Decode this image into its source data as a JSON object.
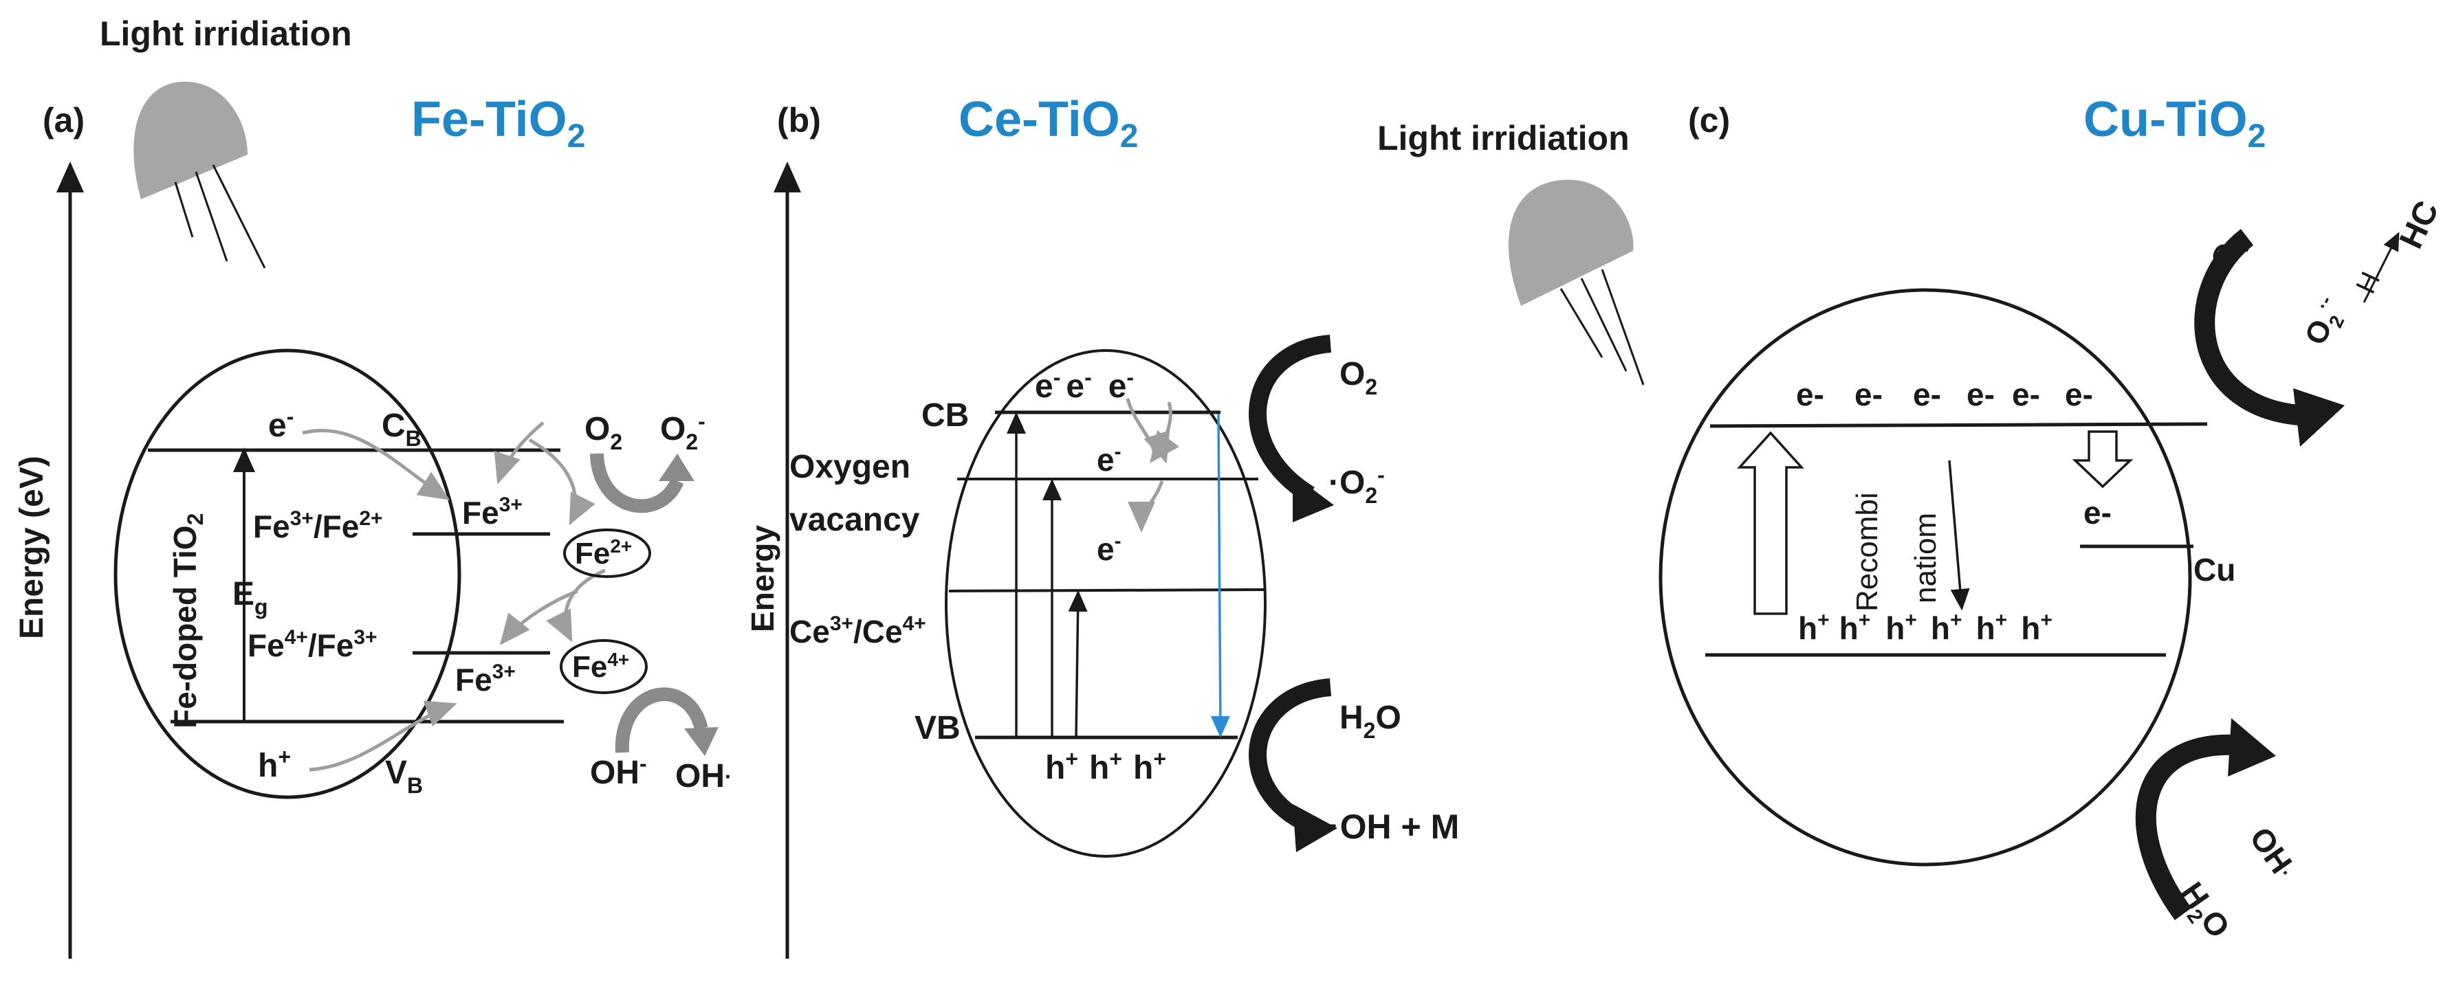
{
  "panels": {
    "a": {
      "label": "(a)",
      "title_main": "Fe-TiO",
      "title_sub": "2",
      "light_label": "Light irridiation",
      "axis_label": "Energy (eV)",
      "side_label": "Fe-doped TiO",
      "side_label_sub": "2",
      "cb_symbol": "C",
      "cb_sub": "B",
      "vb_symbol": "V",
      "vb_sub": "B",
      "electron": "e",
      "electron_sup": "-",
      "hole": "h",
      "hole_sup": "+",
      "eg_symbol": "E",
      "eg_sub": "g",
      "level1": "Fe",
      "level1_sup1": "3+",
      "level1_mid": "/Fe",
      "level1_sup2": "2+",
      "level2": "Fe",
      "level2_sup1": "4+",
      "level2_mid": "/Fe",
      "level2_sup2": "3+",
      "fe3_upper": "Fe",
      "fe3_upper_sup": "3+",
      "fe3_lower": "Fe",
      "fe3_lower_sup": "3+",
      "fe2_circle": "Fe",
      "fe2_circle_sup": "2+",
      "fe4_circle": "Fe",
      "fe4_circle_sup": "4+",
      "o2": "O",
      "o2_sub": "2",
      "o2minus": "O",
      "o2minus_sub": "2",
      "o2minus_sup": "-",
      "ohminus": "OH",
      "ohminus_sup": "-",
      "ohdot": "OH",
      "ohdot_sup": "·"
    },
    "b": {
      "label": "(b)",
      "title_main": "Ce-TiO",
      "title_sub": "2",
      "axis_label": "Energy",
      "cb": "CB",
      "vb": "VB",
      "oxygen_line1": "Oxygen",
      "oxygen_line2": "vacancy",
      "ce_level": "Ce",
      "ce_sup1": "3+",
      "ce_mid": "/Ce",
      "ce_sup2": "4+",
      "electrons_top": [
        "e",
        "e",
        "e"
      ],
      "electron_sup": "-",
      "electron_mid": "e",
      "electron_low": "e",
      "holes": [
        "h",
        "h",
        "h"
      ],
      "hole_sup": "+",
      "o2": "O",
      "o2_sub": "2",
      "o2radical_dot": "·",
      "o2radical": "O",
      "o2radical_sub": "2",
      "o2radical_sup": "-",
      "h2o_h": "H",
      "h2o_sub": "2",
      "h2o_o": "O",
      "oh_m": "·OH + M"
    },
    "c": {
      "label": "(c)",
      "title_main": "Cu-TiO",
      "title_sub": "2",
      "light_label": "Light irridiation",
      "electrons": [
        "e-",
        "e-",
        "e-",
        "e-",
        "e-",
        "e-"
      ],
      "holes": [
        "h",
        "h",
        "h",
        "h",
        "h",
        "h"
      ],
      "hole_sup": "+",
      "recomb_1": "Recombi",
      "recomb_2": "natiom",
      "cu_electron": "e-",
      "cu": "Cu",
      "o2": "O",
      "o2_sub": "2",
      "o2radical": "O",
      "o2radical_sub": "2",
      "o2radical_sup": "·-",
      "h_label": "H",
      "hc": "HC",
      "oh": "OH",
      "oh_sup": "·",
      "h2o_h": "H",
      "h2o_sub": "2",
      "h2o_o": "O"
    }
  },
  "colors": {
    "title_blue": "#1f86c8",
    "ink": "#1a1a1a",
    "grey_arrow": "#9e9e9e",
    "lamp_grey": "#a6a6a6",
    "blue_arrow": "#2a8fd6"
  }
}
